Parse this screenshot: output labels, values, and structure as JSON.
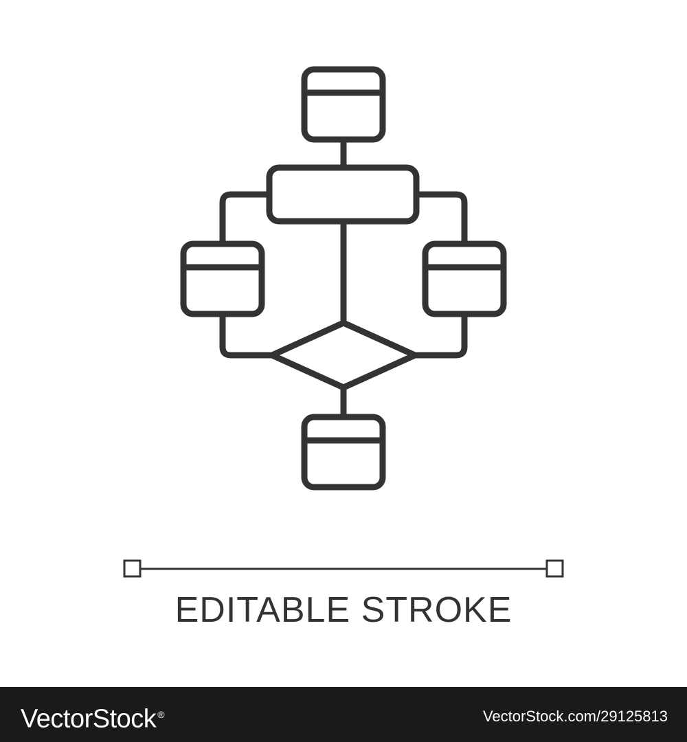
{
  "caption": "EDITABLE STROKE",
  "footer": {
    "logo_text": "VectorStock",
    "logo_mark": "®",
    "image_id": "VectorStock.com/29125813"
  },
  "colors": {
    "stroke": "#333333",
    "background": "#ffffff",
    "footer_bg": "#1a1a1a",
    "footer_text": "#ffffff"
  },
  "icon": {
    "name": "flowchart-icon",
    "nodes": [
      "start-box",
      "process-box",
      "left-box",
      "right-box",
      "decision-diamond",
      "end-box"
    ]
  }
}
